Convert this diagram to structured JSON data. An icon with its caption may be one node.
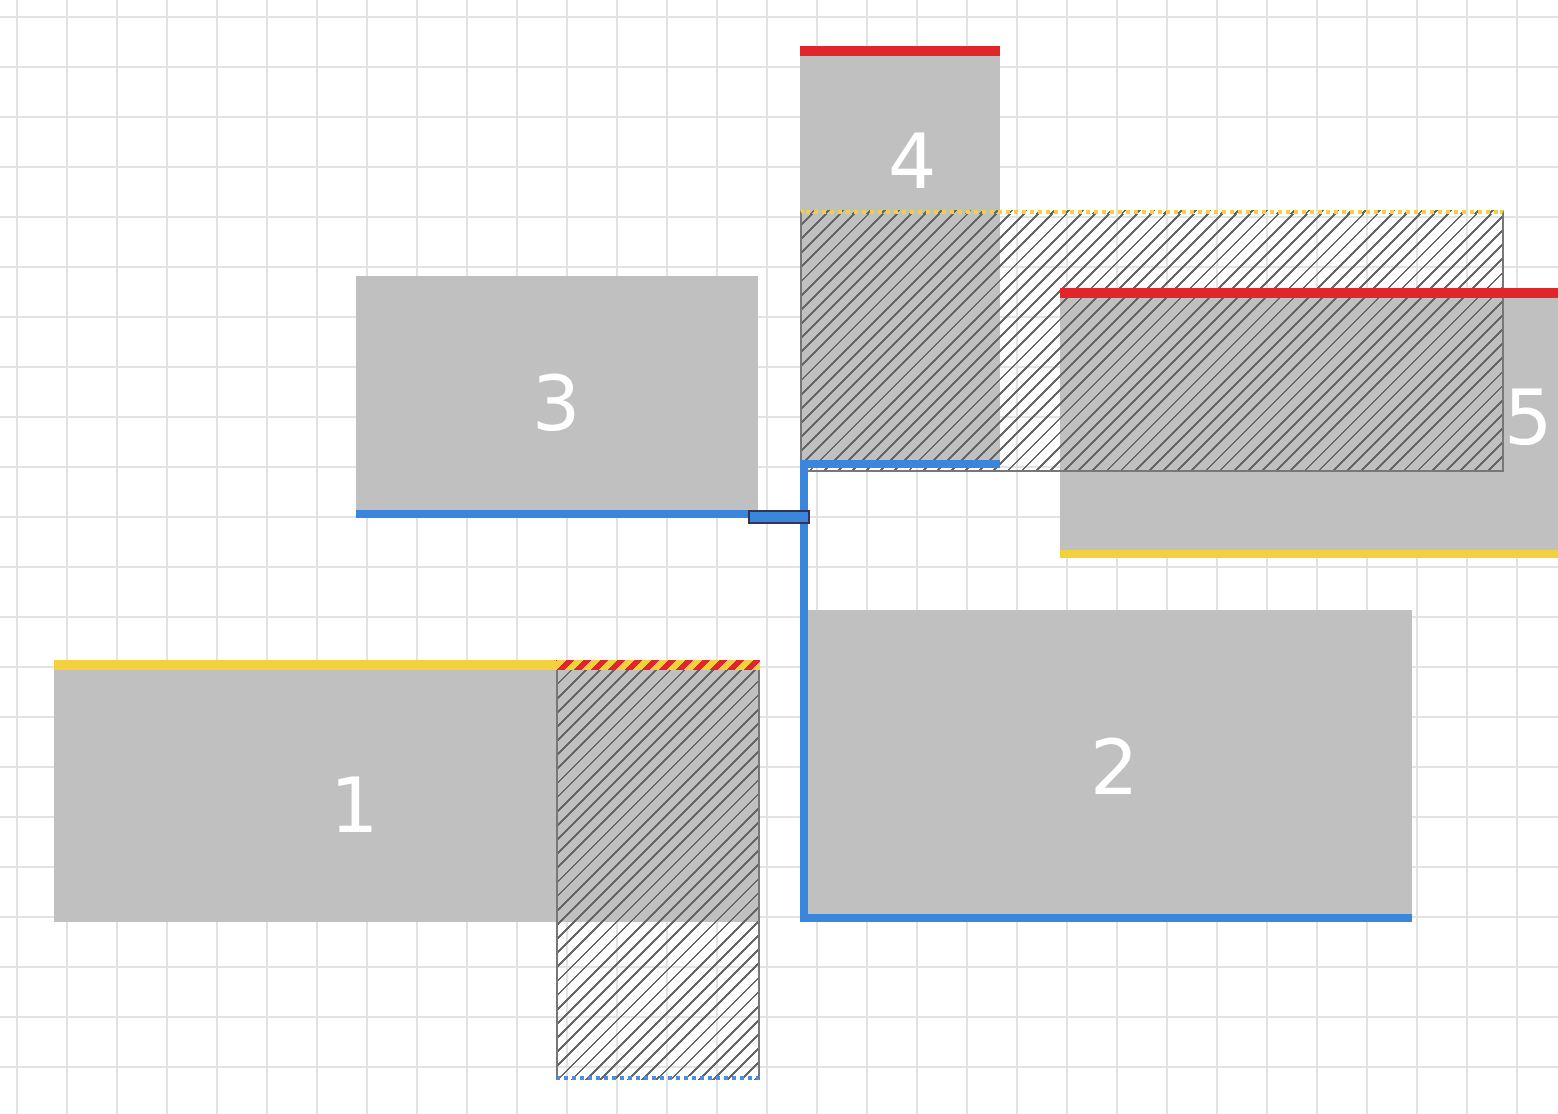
{
  "diagram": {
    "nodes": [
      {
        "text": [
          "4"
        ]
      },
      {
        "text": [
          "3"
        ]
      },
      {
        "text": [
          "5"
        ]
      },
      {
        "text": [
          "2"
        ]
      },
      {
        "text": [
          "1"
        ]
      },
      {
        "text": [],
        "shape": "box"
      },
      {
        "text": [],
        "shape": "box"
      }
    ],
    "edges": [
      {
        "from": 0,
        "to": 3,
        "arrow": "none"
      }
    ]
  }
}
